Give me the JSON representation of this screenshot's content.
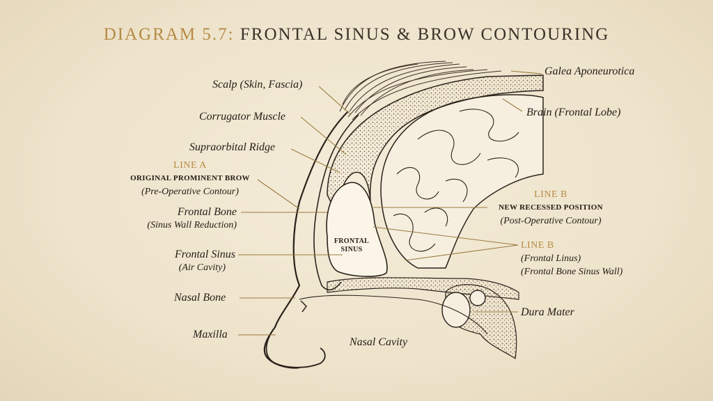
{
  "title": {
    "prefix": "DIAGRAM 5.7:",
    "main": "FRONTAL SINUS & BROW CONTOURING"
  },
  "labels": {
    "scalp": "Scalp (Skin, Fascia)",
    "galea": "Galea Aponeurotica",
    "corrugator": "Corrugator Muscle",
    "brain": "Brain (Frontal Lobe)",
    "supraorbital": "Supraorbital Ridge",
    "line_a": {
      "title": "LINE A",
      "line1": "ORIGINAL PROMINENT BROW",
      "line2": "(Pre-Operative Contour)"
    },
    "line_b_recessed": {
      "title": "LINE B",
      "line1": "NEW RECESSED POSITION",
      "line2": "(Post-Operative Contour)"
    },
    "frontal_bone": {
      "line1": "Frontal Bone",
      "line2": "(Sinus Wall Reduction)"
    },
    "frontal_sinus": {
      "line1": "Frontal Sinus",
      "line2": "(Air Cavity)"
    },
    "sinus_inner": {
      "line1": "FRONTAL",
      "line2": "SINUS"
    },
    "line_b_linus": {
      "title": "LINE B",
      "line1": "(Frontal Linus)",
      "line2": "(Frontal Bone Sinus Wall)"
    },
    "nasal_bone": "Nasal Bone",
    "dura": "Dura Mater",
    "maxilla": "Maxilla",
    "nasal_cavity": "Nasal Cavity"
  },
  "colors": {
    "accent": "#b48a43",
    "ink": "#2a211a",
    "paper": "#efe6d2"
  }
}
